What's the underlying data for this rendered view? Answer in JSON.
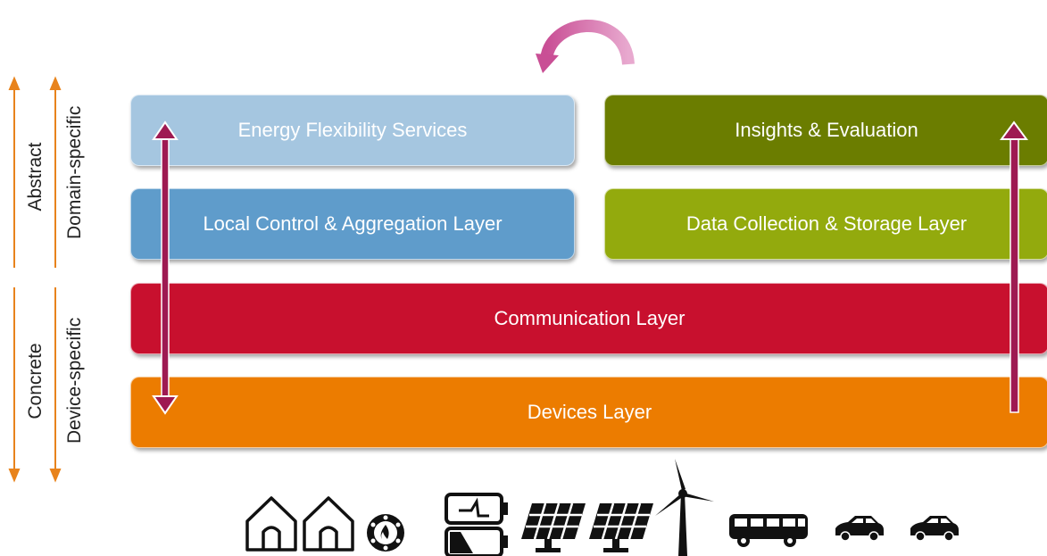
{
  "side_labels": {
    "abstract": "Abstract",
    "concrete": "Concrete",
    "domain_specific": "Domain-specific",
    "device_specific": "Device-specific"
  },
  "layers": {
    "energy_flex": {
      "label": "Energy Flexibility Services",
      "color": "#a5c6e0"
    },
    "insights": {
      "label": "Insights & Evaluation",
      "color": "#6b7d00"
    },
    "local_control": {
      "label": "Local Control & Aggregation Layer",
      "color": "#5f9ccb"
    },
    "data_collection": {
      "label": "Data Collection & Storage Layer",
      "color": "#93aa0d"
    },
    "communication": {
      "label": "Communication Layer",
      "color": "#c8102e"
    },
    "devices": {
      "label": "Devices Layer",
      "color": "#ec7c00"
    }
  },
  "accent_colors": {
    "vertical_arrows": "#9e1a52",
    "cycle_arrow": "#d46aa6",
    "axis_arrows": "#e8831c"
  },
  "device_icons": [
    "house-icon",
    "house-icon",
    "heat-pump-icon",
    "battery-charge-icon",
    "battery-low-icon",
    "solar-panel-icon",
    "solar-panel-icon",
    "wind-turbine-icon",
    "bus-icon",
    "car-icon",
    "car-icon"
  ]
}
